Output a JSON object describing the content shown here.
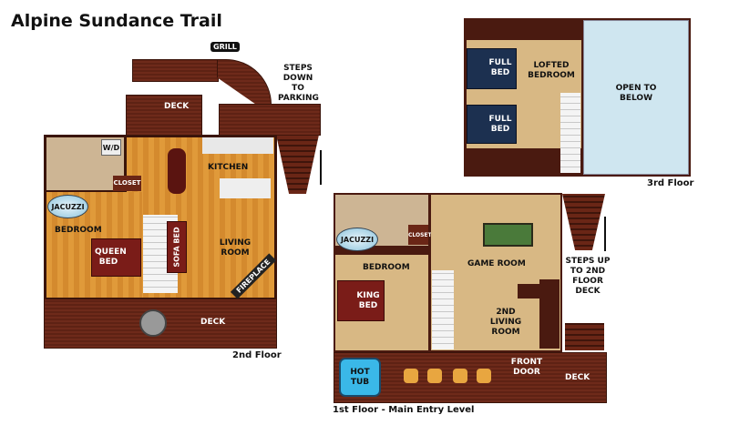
{
  "title": "Alpine Sundance Trail",
  "second_floor": {
    "caption": "2nd Floor",
    "grill": "GRILL",
    "steps": "STEPS DOWN TO PARKING",
    "deck_top": "DECK",
    "kitchen": "KITCHEN",
    "wd": "W/D",
    "closet": "CLOSET",
    "jacuzzi": "JACUZZI",
    "bedroom": "BEDROOM",
    "queen_bed": "QUEEN BED",
    "sofa_bed": "SOFA BED",
    "living_room": "LIVING ROOM",
    "fireplace": "FIREPLACE",
    "deck_bottom": "DECK"
  },
  "third_floor": {
    "caption": "3rd Floor",
    "full_bed_1": "FULL BED",
    "full_bed_2": "FULL BED",
    "lofted_bedroom": "LOFTED BEDROOM",
    "open_to_below": "OPEN TO BELOW"
  },
  "first_floor": {
    "caption": "1st Floor - Main Entry Level",
    "jacuzzi": "JACUZZI",
    "closet": "CLOSET",
    "bedroom": "BEDROOM",
    "king_bed": "KING BED",
    "game_room": "GAME ROOM",
    "living_room": "2ND LIVING ROOM",
    "steps": "STEPS UP TO 2ND FLOOR DECK",
    "hot_tub": "HOT TUB",
    "front_door": "FRONT DOOR",
    "deck": "DECK"
  }
}
